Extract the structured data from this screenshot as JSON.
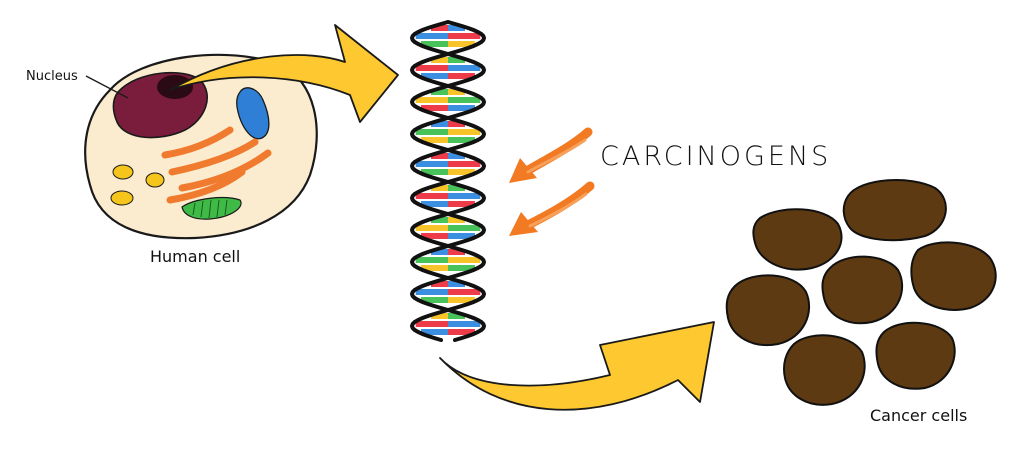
{
  "labels": {
    "nucleus": "Nucleus",
    "human_cell": "Human cell",
    "carcinogens": "CARCINOGENS",
    "cancer_cells": "Cancer cells"
  },
  "colors": {
    "cell_fill": "#fbeccf",
    "nucleus": "#7a1c3b",
    "nucleolus": "#2a0a14",
    "blue_organelle": "#2f7fd6",
    "orange_organelle": "#f07a2e",
    "green_organelle": "#3fba46",
    "yellow_vesicle": "#f5c51c",
    "arrow_yellow": "#fdc830",
    "carcinogen_arrow": "#f27a22",
    "dna_strand": "#111111",
    "base_red": "#ee3b4a",
    "base_blue": "#3c8fe0",
    "base_green": "#49c25a",
    "base_yellow": "#f7c52a",
    "cancer_cell": "#5e3a12"
  },
  "icons": {
    "flow_arrows": "curved-arrow-icon",
    "carcinogen_arrows": "arrow-down-left-icon"
  }
}
